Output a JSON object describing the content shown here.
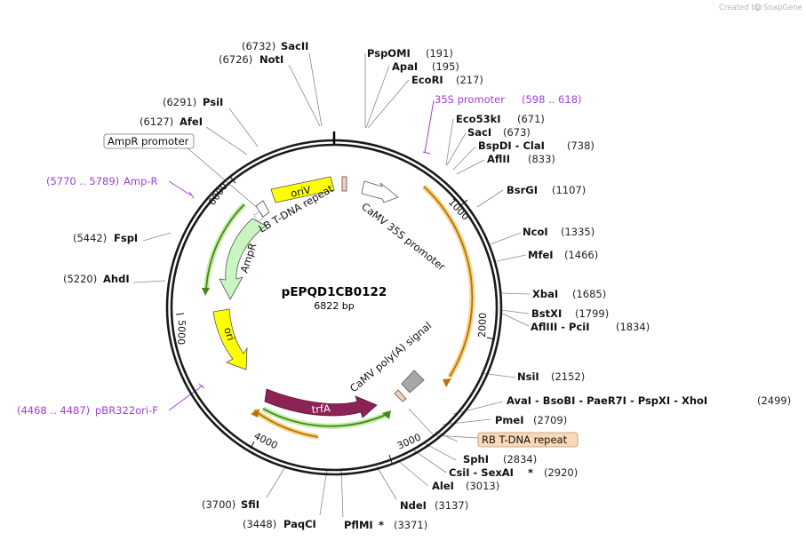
{
  "credit": {
    "prefix": "Created by",
    "brand": "SnapGene"
  },
  "plasmid": {
    "name": "pEPQD1CB0122",
    "length_label": "6822 bp"
  },
  "sites": [
    {
      "name": "SacII",
      "pos": "(6732)",
      "side": "left",
      "star": false
    },
    {
      "name": "NotI",
      "pos": "(6726)",
      "side": "left",
      "star": false
    },
    {
      "name": "PsiI",
      "pos": "(6291)",
      "side": "left",
      "star": false
    },
    {
      "name": "AfeI",
      "pos": "(6127)",
      "side": "left",
      "star": false
    },
    {
      "name": "FspI",
      "pos": "(5442)",
      "side": "left",
      "star": false
    },
    {
      "name": "AhdI",
      "pos": "(5220)",
      "side": "left",
      "star": false
    },
    {
      "name": "SfiI",
      "pos": "(3700)",
      "side": "left",
      "star": false
    },
    {
      "name": "PaqCI",
      "pos": "(3448)",
      "side": "left",
      "star": false
    },
    {
      "name": "PflMI",
      "pos": "(3371)",
      "side": "right",
      "star": true
    },
    {
      "name": "NdeI",
      "pos": "(3137)",
      "side": "right",
      "star": false
    },
    {
      "name": "AleI",
      "pos": "(3013)",
      "side": "right",
      "star": false
    },
    {
      "name": "CsiI - SexAI",
      "pos": "(2920)",
      "side": "right",
      "star": true
    },
    {
      "name": "SphI",
      "pos": "(2834)",
      "side": "right",
      "star": false
    },
    {
      "name": "PmeI",
      "pos": "(2709)",
      "side": "right",
      "star": false
    },
    {
      "name": "AvaI - BsoBI - PaeR7I - PspXI - XhoI",
      "pos": "(2499)",
      "side": "right",
      "star": false
    },
    {
      "name": "NsiI",
      "pos": "(2152)",
      "side": "right",
      "star": false
    },
    {
      "name": "AflIII - PciI",
      "pos": "(1834)",
      "side": "right",
      "star": false
    },
    {
      "name": "BstXI",
      "pos": "(1799)",
      "side": "right",
      "star": false
    },
    {
      "name": "XbaI",
      "pos": "(1685)",
      "side": "right",
      "star": false
    },
    {
      "name": "MfeI",
      "pos": "(1466)",
      "side": "right",
      "star": false
    },
    {
      "name": "NcoI",
      "pos": "(1335)",
      "side": "right",
      "star": false
    },
    {
      "name": "BsrGI",
      "pos": "(1107)",
      "side": "right",
      "star": false
    },
    {
      "name": "AflII",
      "pos": "(833)",
      "side": "right",
      "star": false
    },
    {
      "name": "BspDI - ClaI",
      "pos": "(738)",
      "side": "right",
      "star": false
    },
    {
      "name": "SacI",
      "pos": "(673)",
      "side": "right",
      "star": false
    },
    {
      "name": "Eco53kI",
      "pos": "(671)",
      "side": "right",
      "star": false
    },
    {
      "name": "EcoRI",
      "pos": "(217)",
      "side": "right",
      "star": false
    },
    {
      "name": "ApaI",
      "pos": "(195)",
      "side": "right",
      "star": false
    },
    {
      "name": "PspOMI",
      "pos": "(191)",
      "side": "right",
      "star": false
    }
  ],
  "primers": [
    {
      "name": "35S promoter",
      "range": "(598 .. 618)"
    },
    {
      "name": "Amp-R",
      "range": "(5770 .. 5789)"
    },
    {
      "name": "pBR322ori-F",
      "range": "(4468 .. 4487)"
    }
  ],
  "boxed_labels": [
    {
      "name": "AmpR promoter"
    },
    {
      "name": "RB T-DNA repeat"
    }
  ],
  "features": [
    {
      "name": "oriV"
    },
    {
      "name": "LB T-DNA repeat"
    },
    {
      "name": "CaMV 35S promoter"
    },
    {
      "name": "AmpR"
    },
    {
      "name": "ori"
    },
    {
      "name": "trfA"
    },
    {
      "name": "CaMV poly(A) signal"
    }
  ],
  "ticks": [
    "1000",
    "2000",
    "3000",
    "4000",
    "5000",
    "6000"
  ],
  "colors": {
    "backbone": "#1a1a1a",
    "orange_feature": "#f0a628",
    "green_feature": "#7fc242",
    "ampr_fill": "#c8f5c0",
    "ori_fill": "#ffff00",
    "trfa_fill": "#8c2256",
    "primer": "#a23ed6",
    "rb_box": "#fbd9b8",
    "polyA_fill": "#a6a8ab"
  }
}
